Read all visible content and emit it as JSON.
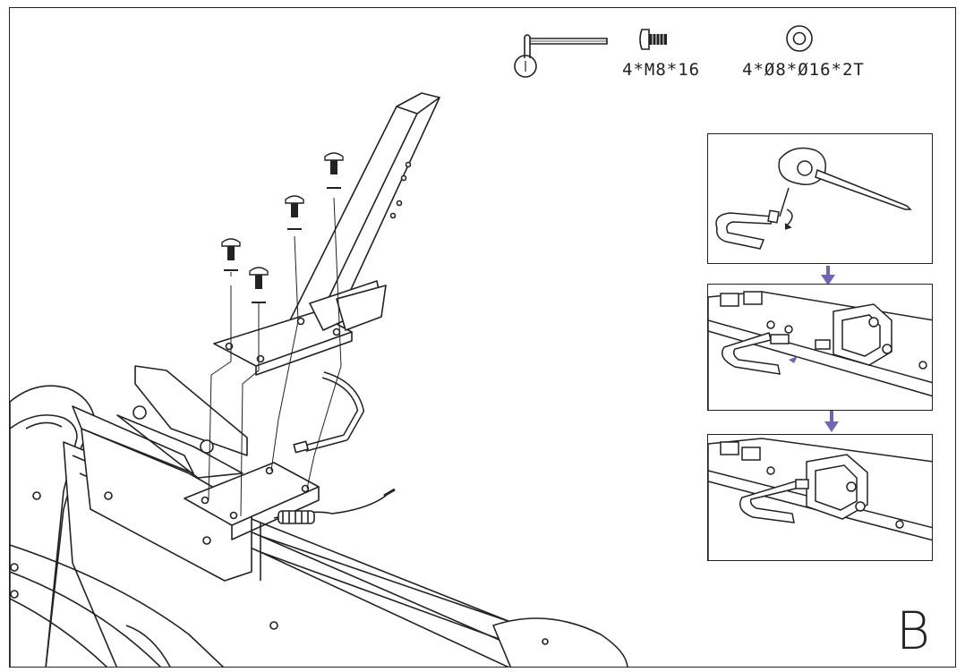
{
  "parts": {
    "bolt_spec": "4*M8*16",
    "washer_spec": "4*Ø8*Ø16*2T"
  },
  "step_letter": "B",
  "colors": {
    "line": "#222222",
    "arrow": "#6f66b8"
  },
  "icons": [
    "allen-key-icon",
    "bolt-icon",
    "washer-icon",
    "down-arrow-icon"
  ]
}
